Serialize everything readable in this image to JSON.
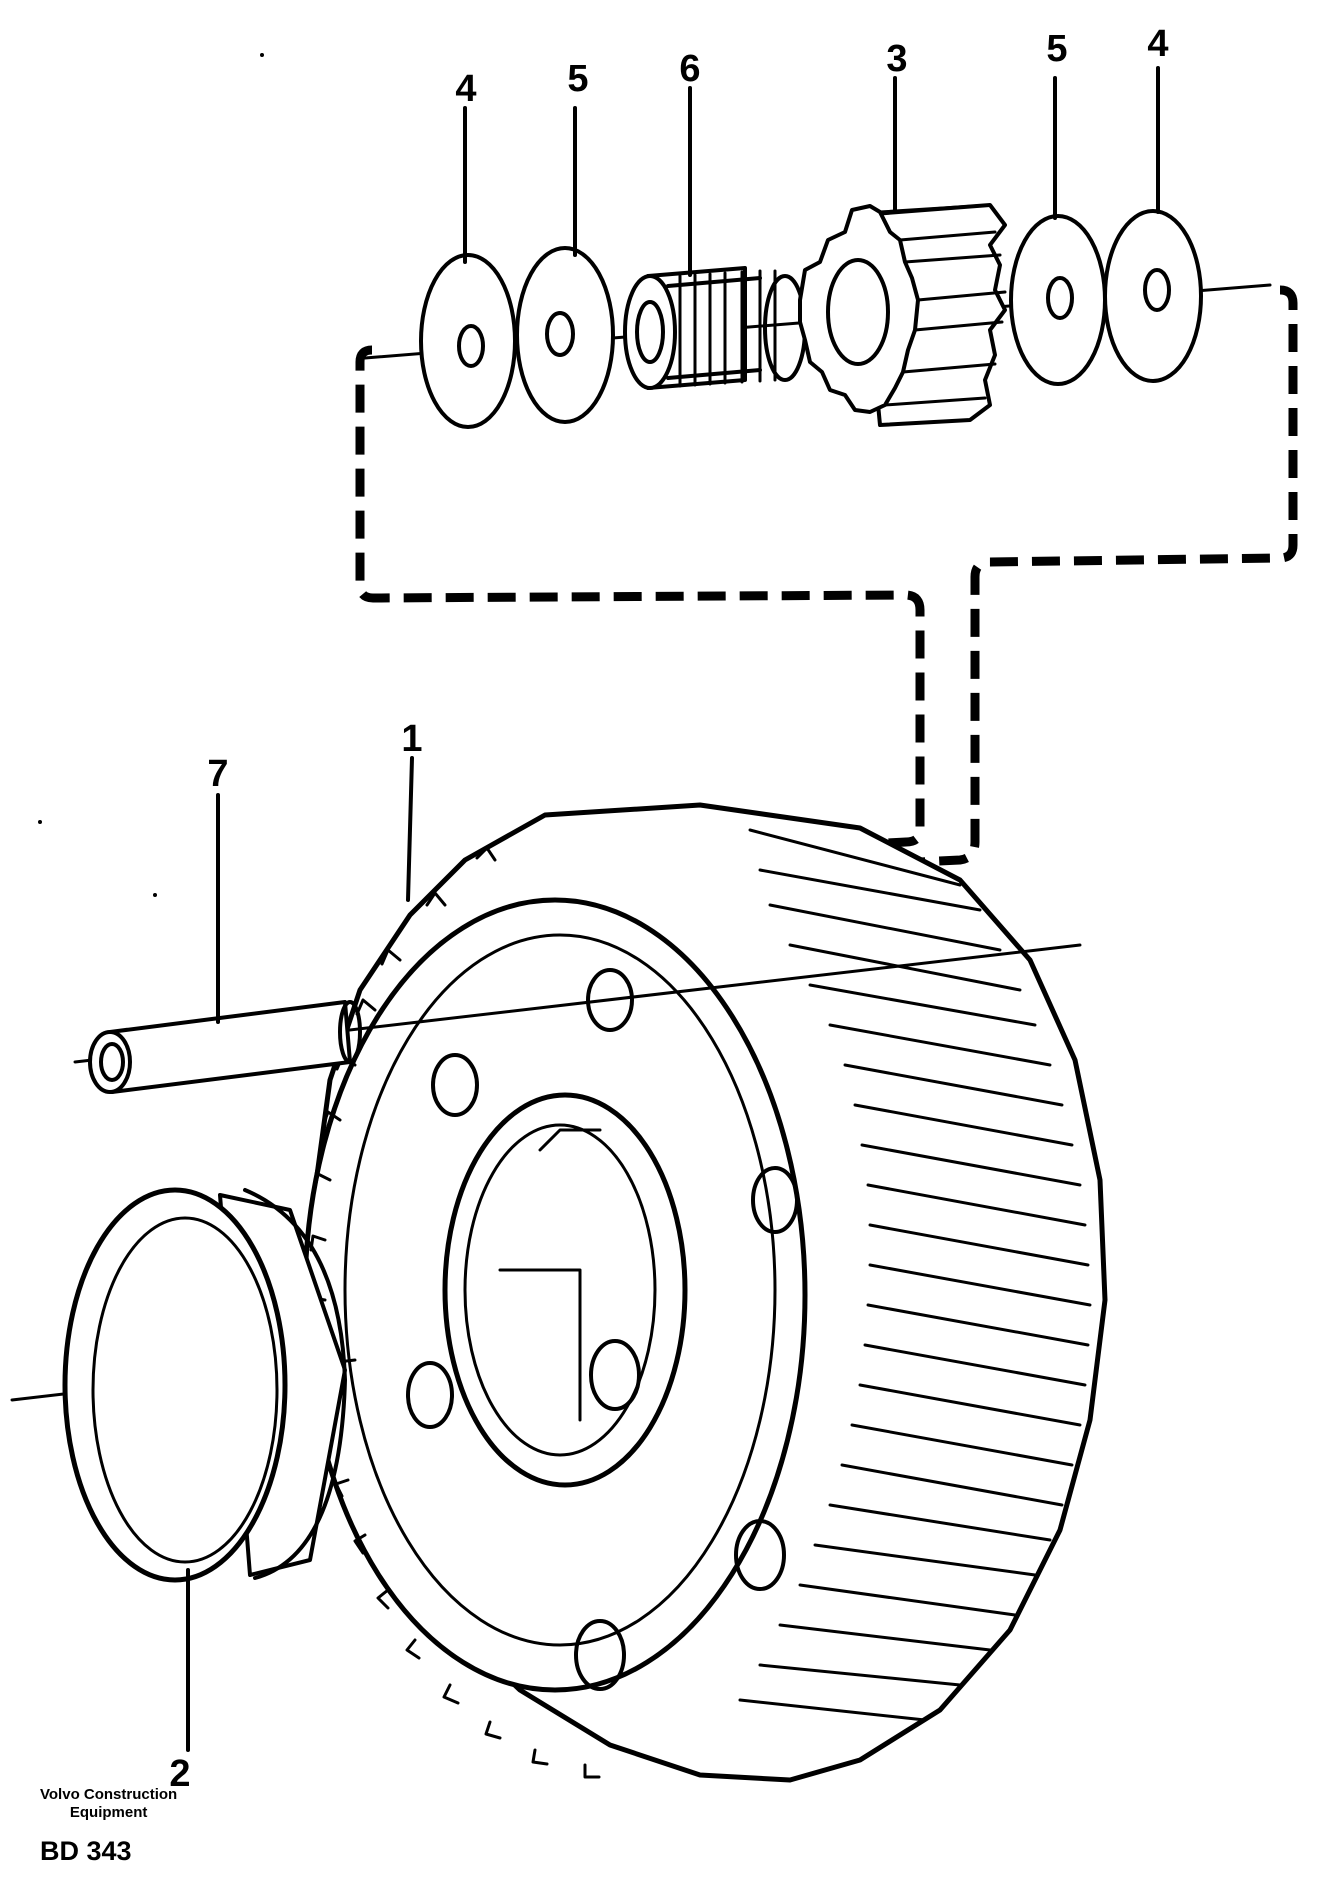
{
  "callouts": {
    "c1": "1",
    "c2": "2",
    "c3": "3",
    "c4a": "4",
    "c4b": "4",
    "c5a": "5",
    "c5b": "5",
    "c6": "6",
    "c7": "7"
  },
  "footer": {
    "maker_line1": "Volvo Construction",
    "maker_line2": "Equipment",
    "code": "BD 343"
  },
  "colors": {
    "ink": "#000000",
    "paper": "#ffffff"
  }
}
